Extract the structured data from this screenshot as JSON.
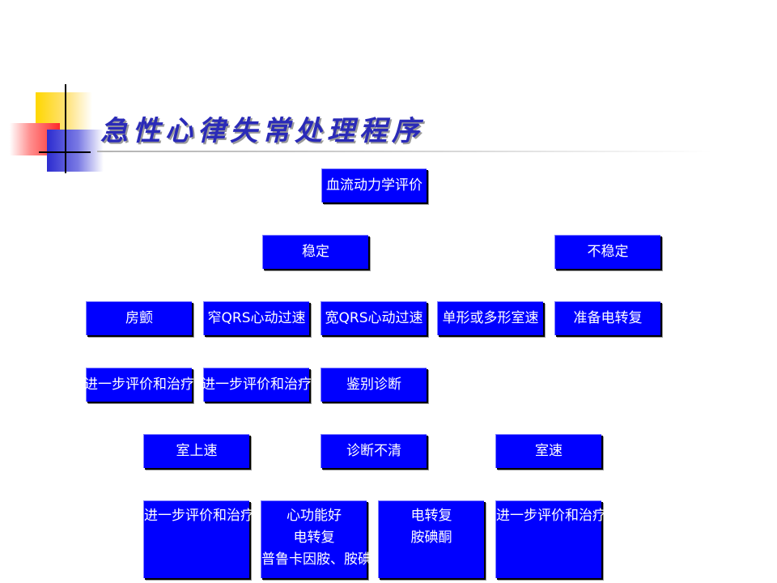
{
  "title": "急性心律失常处理程序",
  "colors": {
    "box_fill": "#0000ff",
    "box_text": "#ffffff",
    "title": "#2a2ab8"
  },
  "nodes": {
    "hemodynamic": "血流动力学评价",
    "stable": "稳定",
    "unstable": "不稳定",
    "af": "房颤",
    "narrow_qrs": "窄QRS心动过速",
    "wide_qrs": "宽QRS心动过速",
    "mono_poly_vt": "单形或多形室速",
    "prepare_cardioversion": "准备电转复",
    "further_eval_1": "进一步评价和治疗",
    "further_eval_2": "进一步评价和治疗",
    "differential": "鉴别诊断",
    "svt": "室上速",
    "unclear": "诊断不清",
    "vt": "室速",
    "further_eval_3": "进一步评价和治疗",
    "good_function": {
      "line1": "心功能好",
      "line2": "电转复",
      "line3": "普鲁卡因胺、胺碘酮"
    },
    "cardioversion_amio": {
      "line1": "电转复",
      "line2": "胺碘酮"
    },
    "further_eval_4": "进一步评价和治疗"
  }
}
